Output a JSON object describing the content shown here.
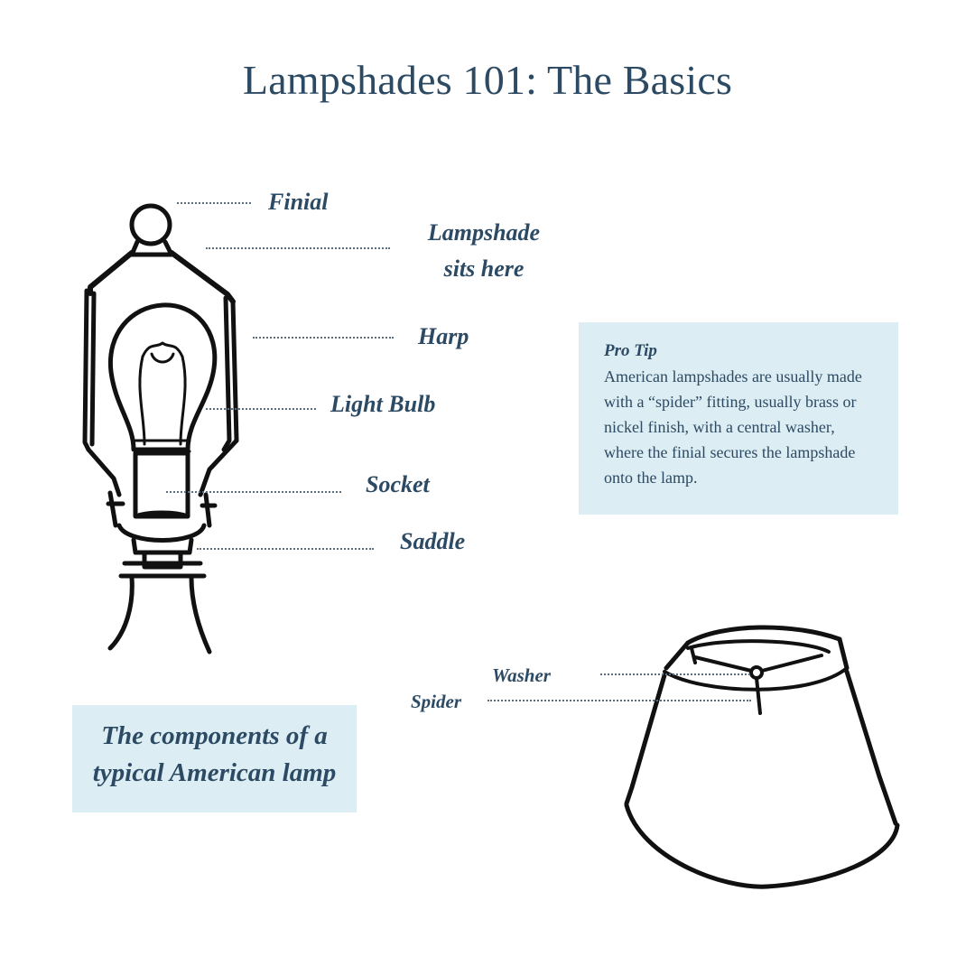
{
  "title": "Lampshades 101: The Basics",
  "lamp_labels": {
    "finial": "Finial",
    "lampshade_line1": "Lampshade",
    "lampshade_line2": "sits here",
    "harp": "Harp",
    "light_bulb": "Light Bulb",
    "socket": "Socket",
    "saddle": "Saddle"
  },
  "shade_labels": {
    "washer": "Washer",
    "spider": "Spider"
  },
  "pro_tip": {
    "heading": "Pro Tip",
    "body": "American lampshades are usually made with a “spider” fitting, usually brass or nickel finish, with a central washer, where the finial secures the lampshade onto the lamp."
  },
  "caption": {
    "line1": "The components of a",
    "line2": "typical American lamp"
  },
  "colors": {
    "text": "#2c4a63",
    "panel": "#dcedf4",
    "ink": "#111111"
  }
}
